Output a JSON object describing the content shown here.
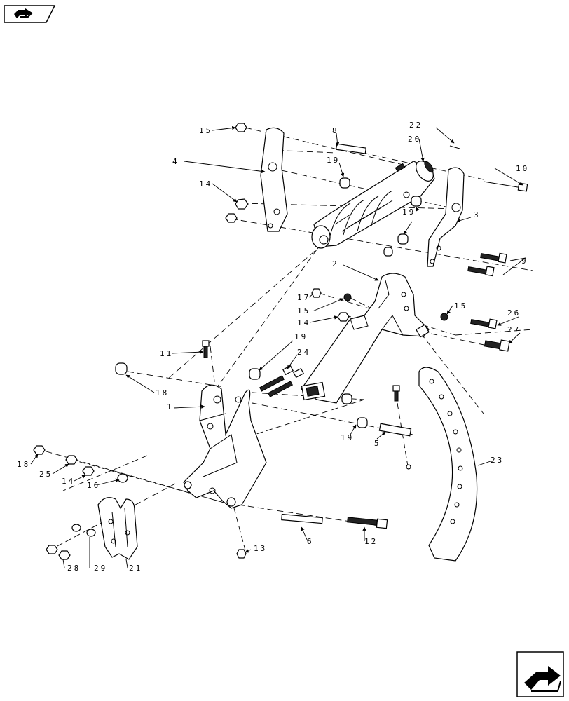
{
  "nav": {
    "top_icon": "previous-page-icon",
    "bottom_icon": "next-page-icon"
  },
  "callouts": [
    "1",
    "2",
    "3",
    "4",
    "5",
    "6",
    "8",
    "9",
    "10",
    "11",
    "12",
    "13",
    "14",
    "14",
    "14",
    "15",
    "15",
    "15",
    "16",
    "17",
    "18",
    "19",
    "19",
    "19",
    "19",
    "19",
    "20",
    "21",
    "22",
    "23",
    "24",
    "25",
    "26",
    "27",
    "28",
    "29"
  ]
}
